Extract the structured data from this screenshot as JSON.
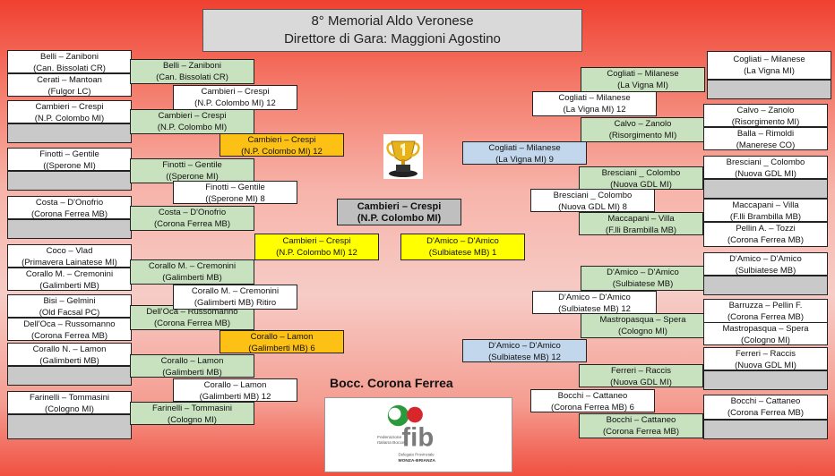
{
  "header": {
    "title": "8° Memorial Aldo Veronese",
    "subtitle": "Direttore di Gara: Maggioni Agostino"
  },
  "winner": {
    "line1": "Cambieri – Crespi",
    "line2": "(N.P. Colombo MI)"
  },
  "club": "Bocc. Corona Ferrea",
  "logo": {
    "brand": "fib",
    "line1": "Federazione",
    "line2": "Italiana Bocce",
    "line3": "Delegato Provinciale",
    "line4": "MONZA-BRIANZA",
    "colors": {
      "green": "#2a9a3c",
      "red": "#d8262d",
      "grey": "#7a7a7a"
    }
  },
  "boxes": [
    {
      "id": "l1-1",
      "c": "w",
      "a": "Belli – Zaniboni",
      "b": "(Can. Bissolati CR)"
    },
    {
      "id": "l1-2",
      "c": "w",
      "a": "Cerati – Mantoan",
      "b": "(Fulgor LC)"
    },
    {
      "id": "l1-3",
      "c": "w",
      "a": "Cambieri – Crespi",
      "b": "(N.P. Colombo MI)"
    },
    {
      "id": "l1-4",
      "c": "gr",
      "a": "",
      "b": ""
    },
    {
      "id": "l1-5",
      "c": "w",
      "a": "Finotti – Gentile",
      "b": "((Sperone MI)"
    },
    {
      "id": "l1-6",
      "c": "gr",
      "a": "",
      "b": ""
    },
    {
      "id": "l1-7",
      "c": "w",
      "a": "Costa – D'Onofrio",
      "b": "(Corona Ferrea MB)"
    },
    {
      "id": "l1-8",
      "c": "gr",
      "a": "",
      "b": ""
    },
    {
      "id": "l1-9",
      "c": "w",
      "a": "Coco – Vlad",
      "b": "(Primavera Lainatese MI)"
    },
    {
      "id": "l1-10",
      "c": "w",
      "a": "Corallo M. – Cremonini",
      "b": "(Galimberti MB)"
    },
    {
      "id": "l1-11",
      "c": "w",
      "a": "Bisi – Gelmini",
      "b": "(Old Facsal PC)"
    },
    {
      "id": "l1-12",
      "c": "w",
      "a": "Dell'Oca – Russomanno",
      "b": "(Corona Ferrea MB)"
    },
    {
      "id": "l1-13",
      "c": "w",
      "a": "Corallo N. – Lamon",
      "b": "(Galimberti MB)"
    },
    {
      "id": "l1-14",
      "c": "gr",
      "a": "",
      "b": ""
    },
    {
      "id": "l1-15",
      "c": "w",
      "a": "Farinelli – Tommasini",
      "b": "(Cologno MI)"
    },
    {
      "id": "l1-16",
      "c": "gr",
      "a": "",
      "b": ""
    },
    {
      "id": "l2-1",
      "c": "g",
      "a": "Belli – Zaniboni",
      "b": "(Can. Bissolati CR)"
    },
    {
      "id": "l2-2",
      "c": "g",
      "a": "Cambieri – Crespi",
      "b": "(N.P. Colombo MI)"
    },
    {
      "id": "l2-3",
      "c": "g",
      "a": "Finotti – Gentile",
      "b": "((Sperone MI)"
    },
    {
      "id": "l2-4",
      "c": "g",
      "a": "Costa – D'Onofrio",
      "b": "(Corona Ferrea MB)"
    },
    {
      "id": "l2-5",
      "c": "g",
      "a": "Corallo M. – Cremonini",
      "b": "(Galimberti MB)"
    },
    {
      "id": "l2-6",
      "c": "g",
      "a": "Dell'Oca – Russomanno",
      "b": "(Corona Ferrea MB)"
    },
    {
      "id": "l2-7",
      "c": "g",
      "a": "Corallo – Lamon",
      "b": "(Galimberti MB)"
    },
    {
      "id": "l2-8",
      "c": "g",
      "a": "Farinelli – Tommasini",
      "b": "(Cologno MI)"
    },
    {
      "id": "l3-1",
      "c": "w",
      "a": "Cambieri – Crespi",
      "b": "(N.P. Colombo MI)  12"
    },
    {
      "id": "l3-2",
      "c": "w",
      "a": "Finotti – Gentile",
      "b": "((Sperone MI)  8"
    },
    {
      "id": "l3-3",
      "c": "w",
      "a": "Corallo M. – Cremonini",
      "b": "(Galimberti MB) Ritiro"
    },
    {
      "id": "l3-4",
      "c": "w",
      "a": "Corallo – Lamon",
      "b": "(Galimberti MB)  12"
    },
    {
      "id": "l4-1",
      "c": "o",
      "a": "Cambieri – Crespi",
      "b": "(N.P. Colombo MI)  12"
    },
    {
      "id": "l4-2",
      "c": "o",
      "a": "Corallo – Lamon",
      "b": "(Galimberti MB)  6"
    },
    {
      "id": "l5-1",
      "c": "y",
      "a": "Cambieri – Crespi",
      "b": "(N.P. Colombo MI)  12"
    },
    {
      "id": "r5-1",
      "c": "y",
      "a": "D'Amico – D'Amico",
      "b": "(Sulbiatese MB)  1"
    },
    {
      "id": "r4-1",
      "c": "b",
      "a": "Cogliati – Milanese",
      "b": "(La Vigna MI)  9"
    },
    {
      "id": "r4-2",
      "c": "b",
      "a": "D'Amico – D'Amico",
      "b": "(Sulbiatese MB)  12"
    },
    {
      "id": "r3-1",
      "c": "w",
      "a": "Cogliati – Milanese",
      "b": "(La Vigna MI)  12"
    },
    {
      "id": "r3-2",
      "c": "w",
      "a": "Bresciani _ Colombo",
      "b": "(Nuova GDL MI)  8"
    },
    {
      "id": "r3-3",
      "c": "w",
      "a": "D'Amico – D'Amico",
      "b": "(Sulbiatese MB)  12"
    },
    {
      "id": "r3-4",
      "c": "w",
      "a": "Bocchi – Cattaneo",
      "b": "(Corona Ferrea MB)  6"
    },
    {
      "id": "r2-1",
      "c": "g",
      "a": "Cogliati – Milanese",
      "b": "(La Vigna MI)"
    },
    {
      "id": "r2-2",
      "c": "g",
      "a": "Calvo – Zanolo",
      "b": "(Risorgimento MI)"
    },
    {
      "id": "r2-3",
      "c": "g",
      "a": "Bresciani _ Colombo",
      "b": "(Nuova GDL MI)"
    },
    {
      "id": "r2-4",
      "c": "g",
      "a": "Maccapani – Villa",
      "b": "(F.lli Brambilla MB)"
    },
    {
      "id": "r2-5",
      "c": "g",
      "a": "D'Amico – D'Amico",
      "b": "(Sulbiatese MB)"
    },
    {
      "id": "r2-6",
      "c": "g",
      "a": "Mastropasqua – Spera",
      "b": "(Cologno MI)"
    },
    {
      "id": "r2-7",
      "c": "g",
      "a": "Ferreri – Raccis",
      "b": "(Nuova GDL MI)"
    },
    {
      "id": "r2-8",
      "c": "g",
      "a": "Bocchi – Cattaneo",
      "b": "(Corona Ferrea MB)"
    },
    {
      "id": "r1-1",
      "c": "w",
      "a": "Cogliati – Milanese",
      "b": "(La Vigna MI)"
    },
    {
      "id": "r1-2",
      "c": "gr",
      "a": "",
      "b": ""
    },
    {
      "id": "r1-3",
      "c": "w",
      "a": "Calvo – Zanolo",
      "b": "(Risorgimento MI)"
    },
    {
      "id": "r1-4",
      "c": "w",
      "a": "Balla – Rimoldi",
      "b": "(Manerese CO)"
    },
    {
      "id": "r1-5",
      "c": "w",
      "a": "Bresciani _ Colombo",
      "b": "(Nuova GDL MI)"
    },
    {
      "id": "r1-6",
      "c": "gr",
      "a": "",
      "b": ""
    },
    {
      "id": "r1-7",
      "c": "w",
      "a": "Maccapani – Villa",
      "b": "(F.lli Brambilla MB)"
    },
    {
      "id": "r1-8",
      "c": "w",
      "a": "Pellin A. – Tozzi",
      "b": "(Corona Ferrea MB)"
    },
    {
      "id": "r1-9",
      "c": "w",
      "a": "D'Amico – D'Amico",
      "b": "(Sulbiatese MB)"
    },
    {
      "id": "r1-10",
      "c": "gr",
      "a": "",
      "b": ""
    },
    {
      "id": "r1-11",
      "c": "w",
      "a": "Barruzza – Pellin F.",
      "b": "(Corona Ferrea MB)"
    },
    {
      "id": "r1-12",
      "c": "w",
      "a": "Mastropasqua – Spera",
      "b": "(Cologno MI)"
    },
    {
      "id": "r1-13",
      "c": "w",
      "a": "Ferreri – Raccis",
      "b": "(Nuova GDL MI)"
    },
    {
      "id": "r1-14",
      "c": "gr",
      "a": "",
      "b": ""
    },
    {
      "id": "r1-15",
      "c": "w",
      "a": "Bocchi – Cattaneo",
      "b": "(Corona Ferrea MB)"
    },
    {
      "id": "r1-16",
      "c": "gr",
      "a": "",
      "b": ""
    }
  ]
}
